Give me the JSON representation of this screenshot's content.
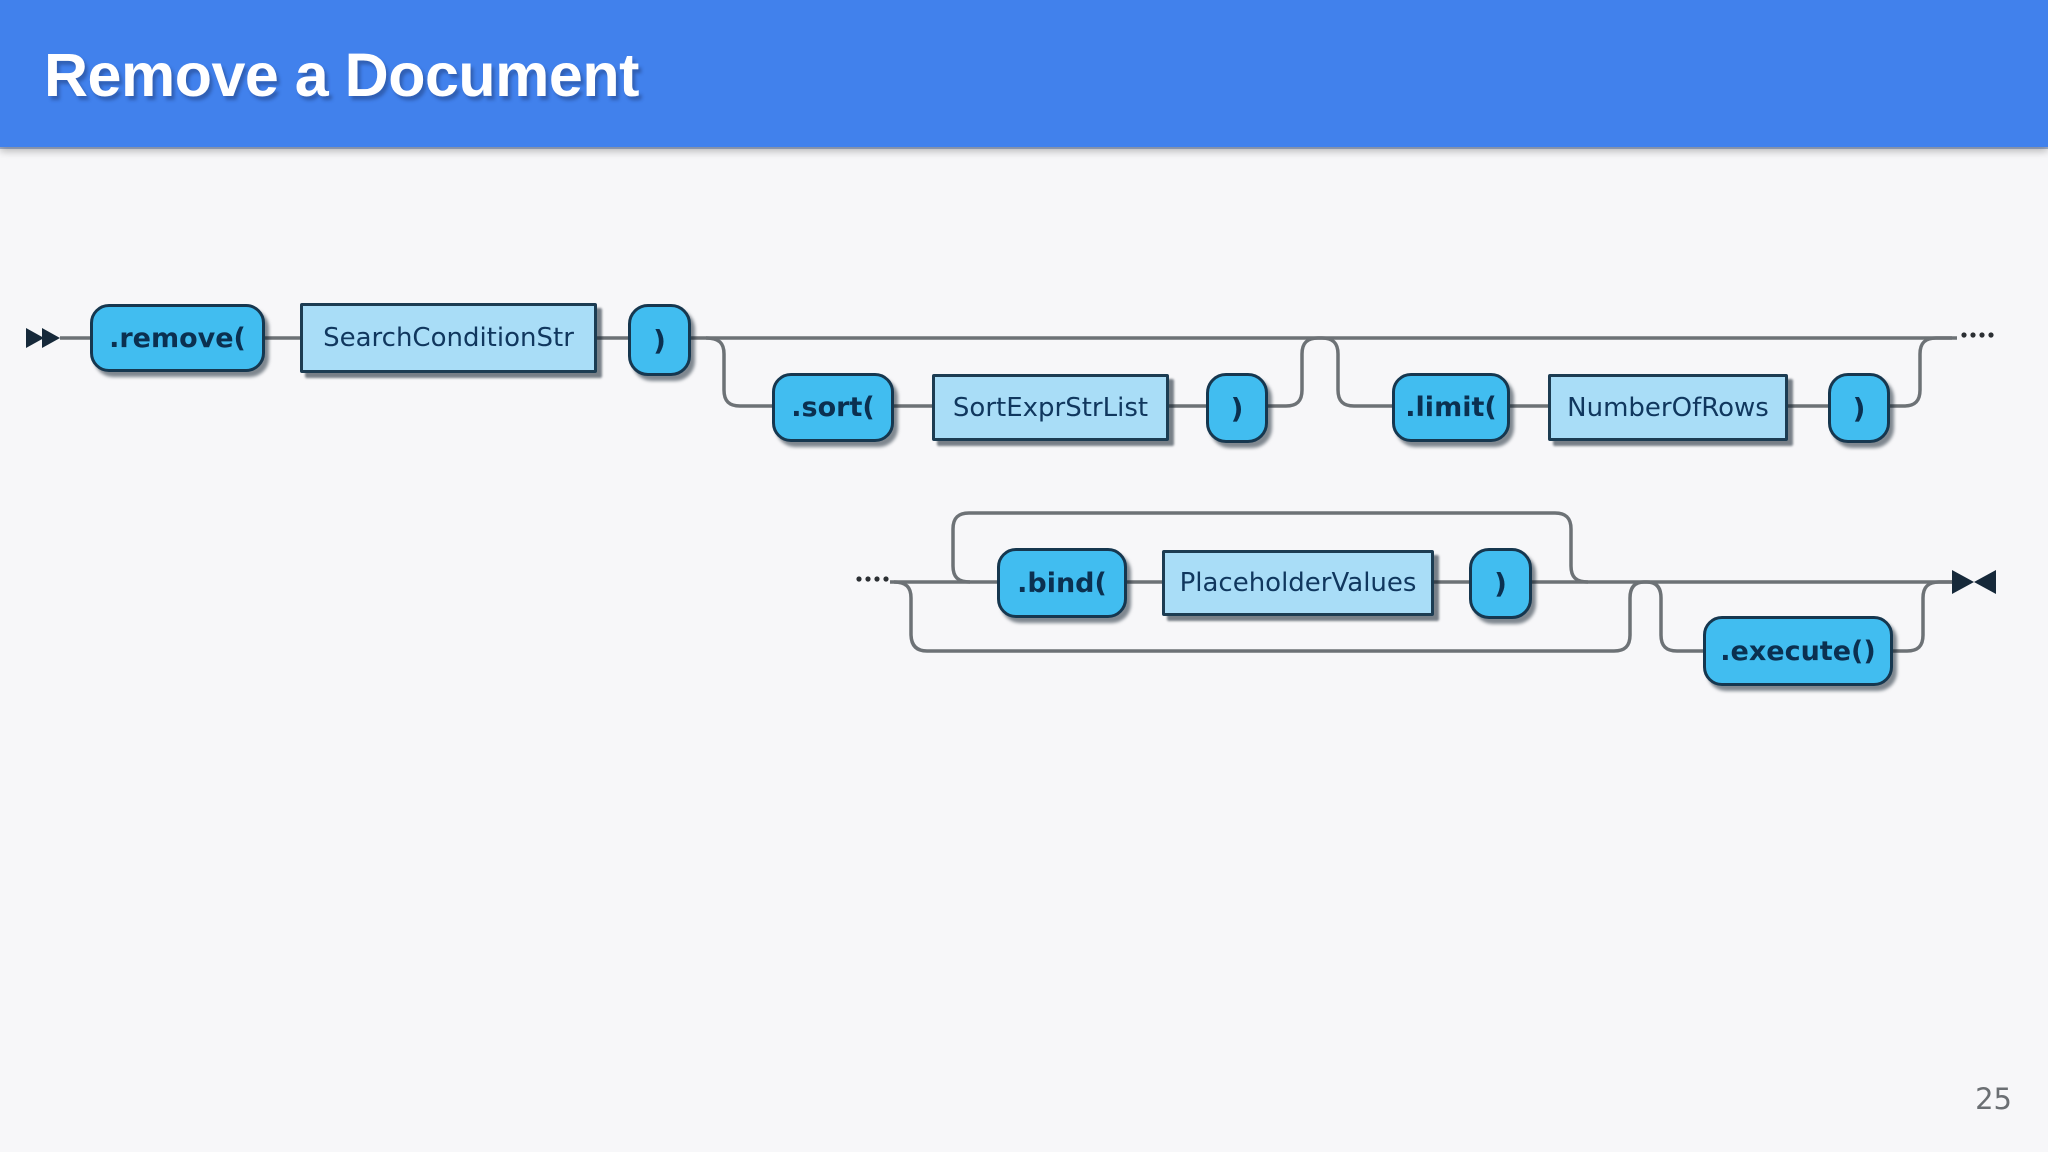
{
  "header": {
    "title": "Remove a Document"
  },
  "page": {
    "number": "25"
  },
  "diagram": {
    "type": "railroad-syntax-diagram",
    "row1": {
      "remove": ".remove(",
      "search_condition": "SearchConditionStr",
      "close_paren_1": ")",
      "sort": ".sort(",
      "sort_expr_list": "SortExprStrList",
      "close_paren_2": ")",
      "limit": ".limit(",
      "number_of_rows": "NumberOfRows",
      "close_paren_3": ")",
      "continuation_end": "····"
    },
    "row2": {
      "continuation_start": "····",
      "bind": ".bind(",
      "placeholder_values": "PlaceholderValues",
      "close_paren_4": ")",
      "execute": ".execute()"
    },
    "colors": {
      "header_background": "#4181ec",
      "keyword_fill": "#41bdf0",
      "terminal_fill": "#a9ddf7",
      "box_border": "#16374f",
      "box_text": "#0b3050",
      "rail_line": "#6d7276",
      "marker": "#16293a",
      "page_number_text": "#6b6f73"
    }
  }
}
